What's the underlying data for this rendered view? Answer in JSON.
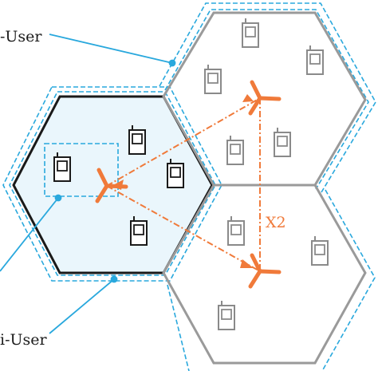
{
  "labels": {
    "top_left": "-User",
    "bottom_left": "i-User",
    "link": "X2"
  },
  "colors": {
    "hex_active": "#1a1a1a",
    "hex_inactive": "#9a9a9a",
    "cell_fill": "#eaf6fc",
    "dashed_blue": "#29a8dd",
    "base_station": "#f07a3a",
    "phone": "#1a1a1a",
    "phone_inactive": "#8a8a8a"
  },
  "icons": {
    "base_station": "antenna-icon",
    "user_device": "phone-icon"
  }
}
